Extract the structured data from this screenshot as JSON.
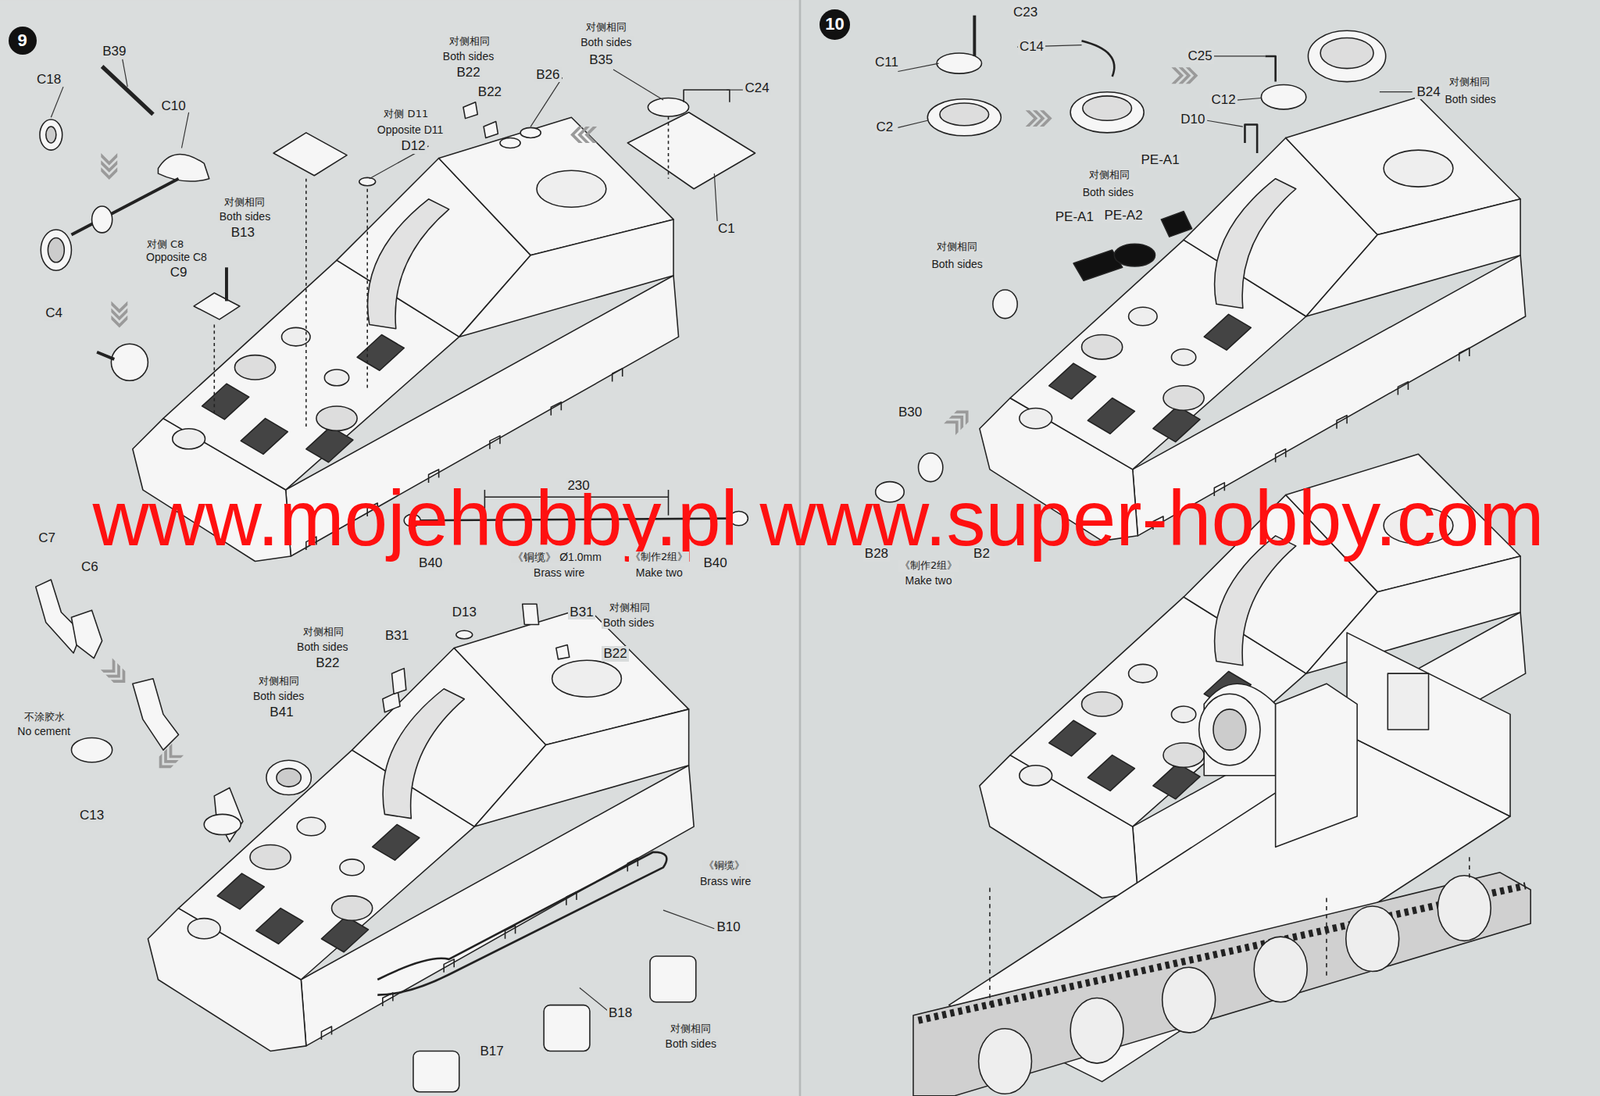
{
  "diagram": {
    "nodes": [
      {
        "text": [
          "9"
        ]
      },
      {
        "text": [
          "10"
        ]
      }
    ],
    "labels": [
      "C18",
      "B39",
      "C10",
      "C4",
      "对侧相同",
      "Both sides",
      "B13",
      "对侧 C8",
      "Opposite C8",
      "C9",
      "对侧 D11",
      "Opposite D11",
      "D12",
      "对侧相同",
      "Both sides",
      "B22",
      "B22",
      "B26",
      "对侧相同",
      "Both sides",
      "B35",
      "C24",
      "C1",
      "230",
      "B40",
      "《铜缆》 Ø1.0mm",
      "Brass wire",
      "《制作2组》",
      "Make two",
      "B40",
      "C7",
      "C6",
      "不涂胶水",
      "No cement",
      "C13",
      "对侧相同",
      "Both sides",
      "B22",
      "B31",
      "对侧相同",
      "Both sides",
      "B41",
      "D13",
      "B31",
      "对侧相同",
      "Both sides",
      "B22",
      "《铜缆》",
      "Brass wire",
      "B10",
      "B18",
      "B17",
      "对侧相同",
      "Both sides",
      "C23",
      "C11",
      "C14",
      "C2",
      "C25",
      "C12",
      "D10",
      "B24",
      "对侧相同",
      "Both sides",
      "对侧相同",
      "Both sides",
      "PE-A1",
      "PE-A1",
      "PE-A2",
      "对侧相同",
      "Both sides",
      "B30",
      "B28",
      "B2",
      "《制作2组》",
      "Make two",
      "www.mojehobby.pl www.super-hobby.com"
    ]
  }
}
